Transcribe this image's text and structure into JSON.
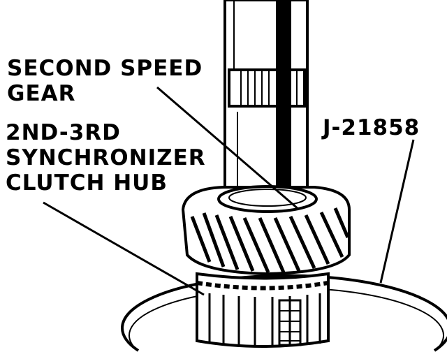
{
  "labels": {
    "second_speed_gear": [
      "SECOND SPEED",
      "GEAR"
    ],
    "clutch_hub": [
      "2ND-3RD",
      "SYNCHRONIZER",
      "CLUTCH HUB"
    ],
    "tool": "J-21858"
  },
  "colors": {
    "ink": "#000000",
    "paper": "#ffffff"
  }
}
